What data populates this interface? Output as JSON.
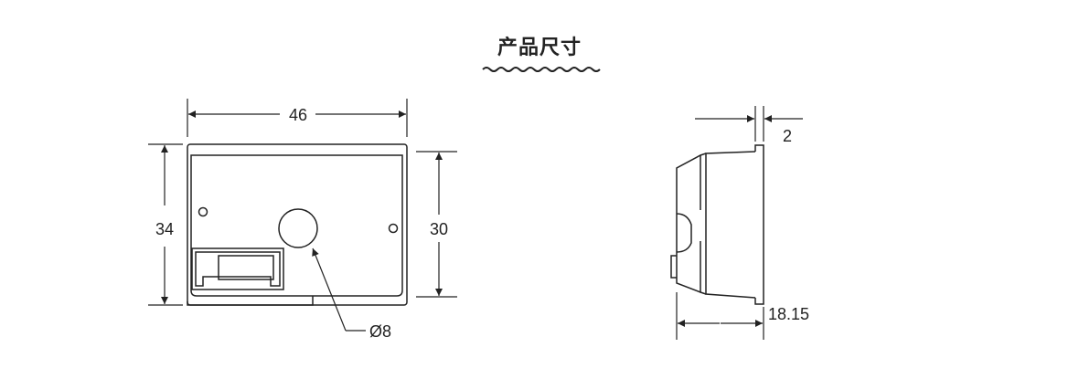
{
  "header": {
    "title": "产品尺寸"
  },
  "front_view": {
    "width_label": "46",
    "outer_height_label": "34",
    "inner_height_label": "30",
    "hole_label": "Ø8"
  },
  "side_view": {
    "flange_label": "2",
    "depth_label": "18.15"
  },
  "colors": {
    "line": "#222222",
    "title": "#222222"
  }
}
